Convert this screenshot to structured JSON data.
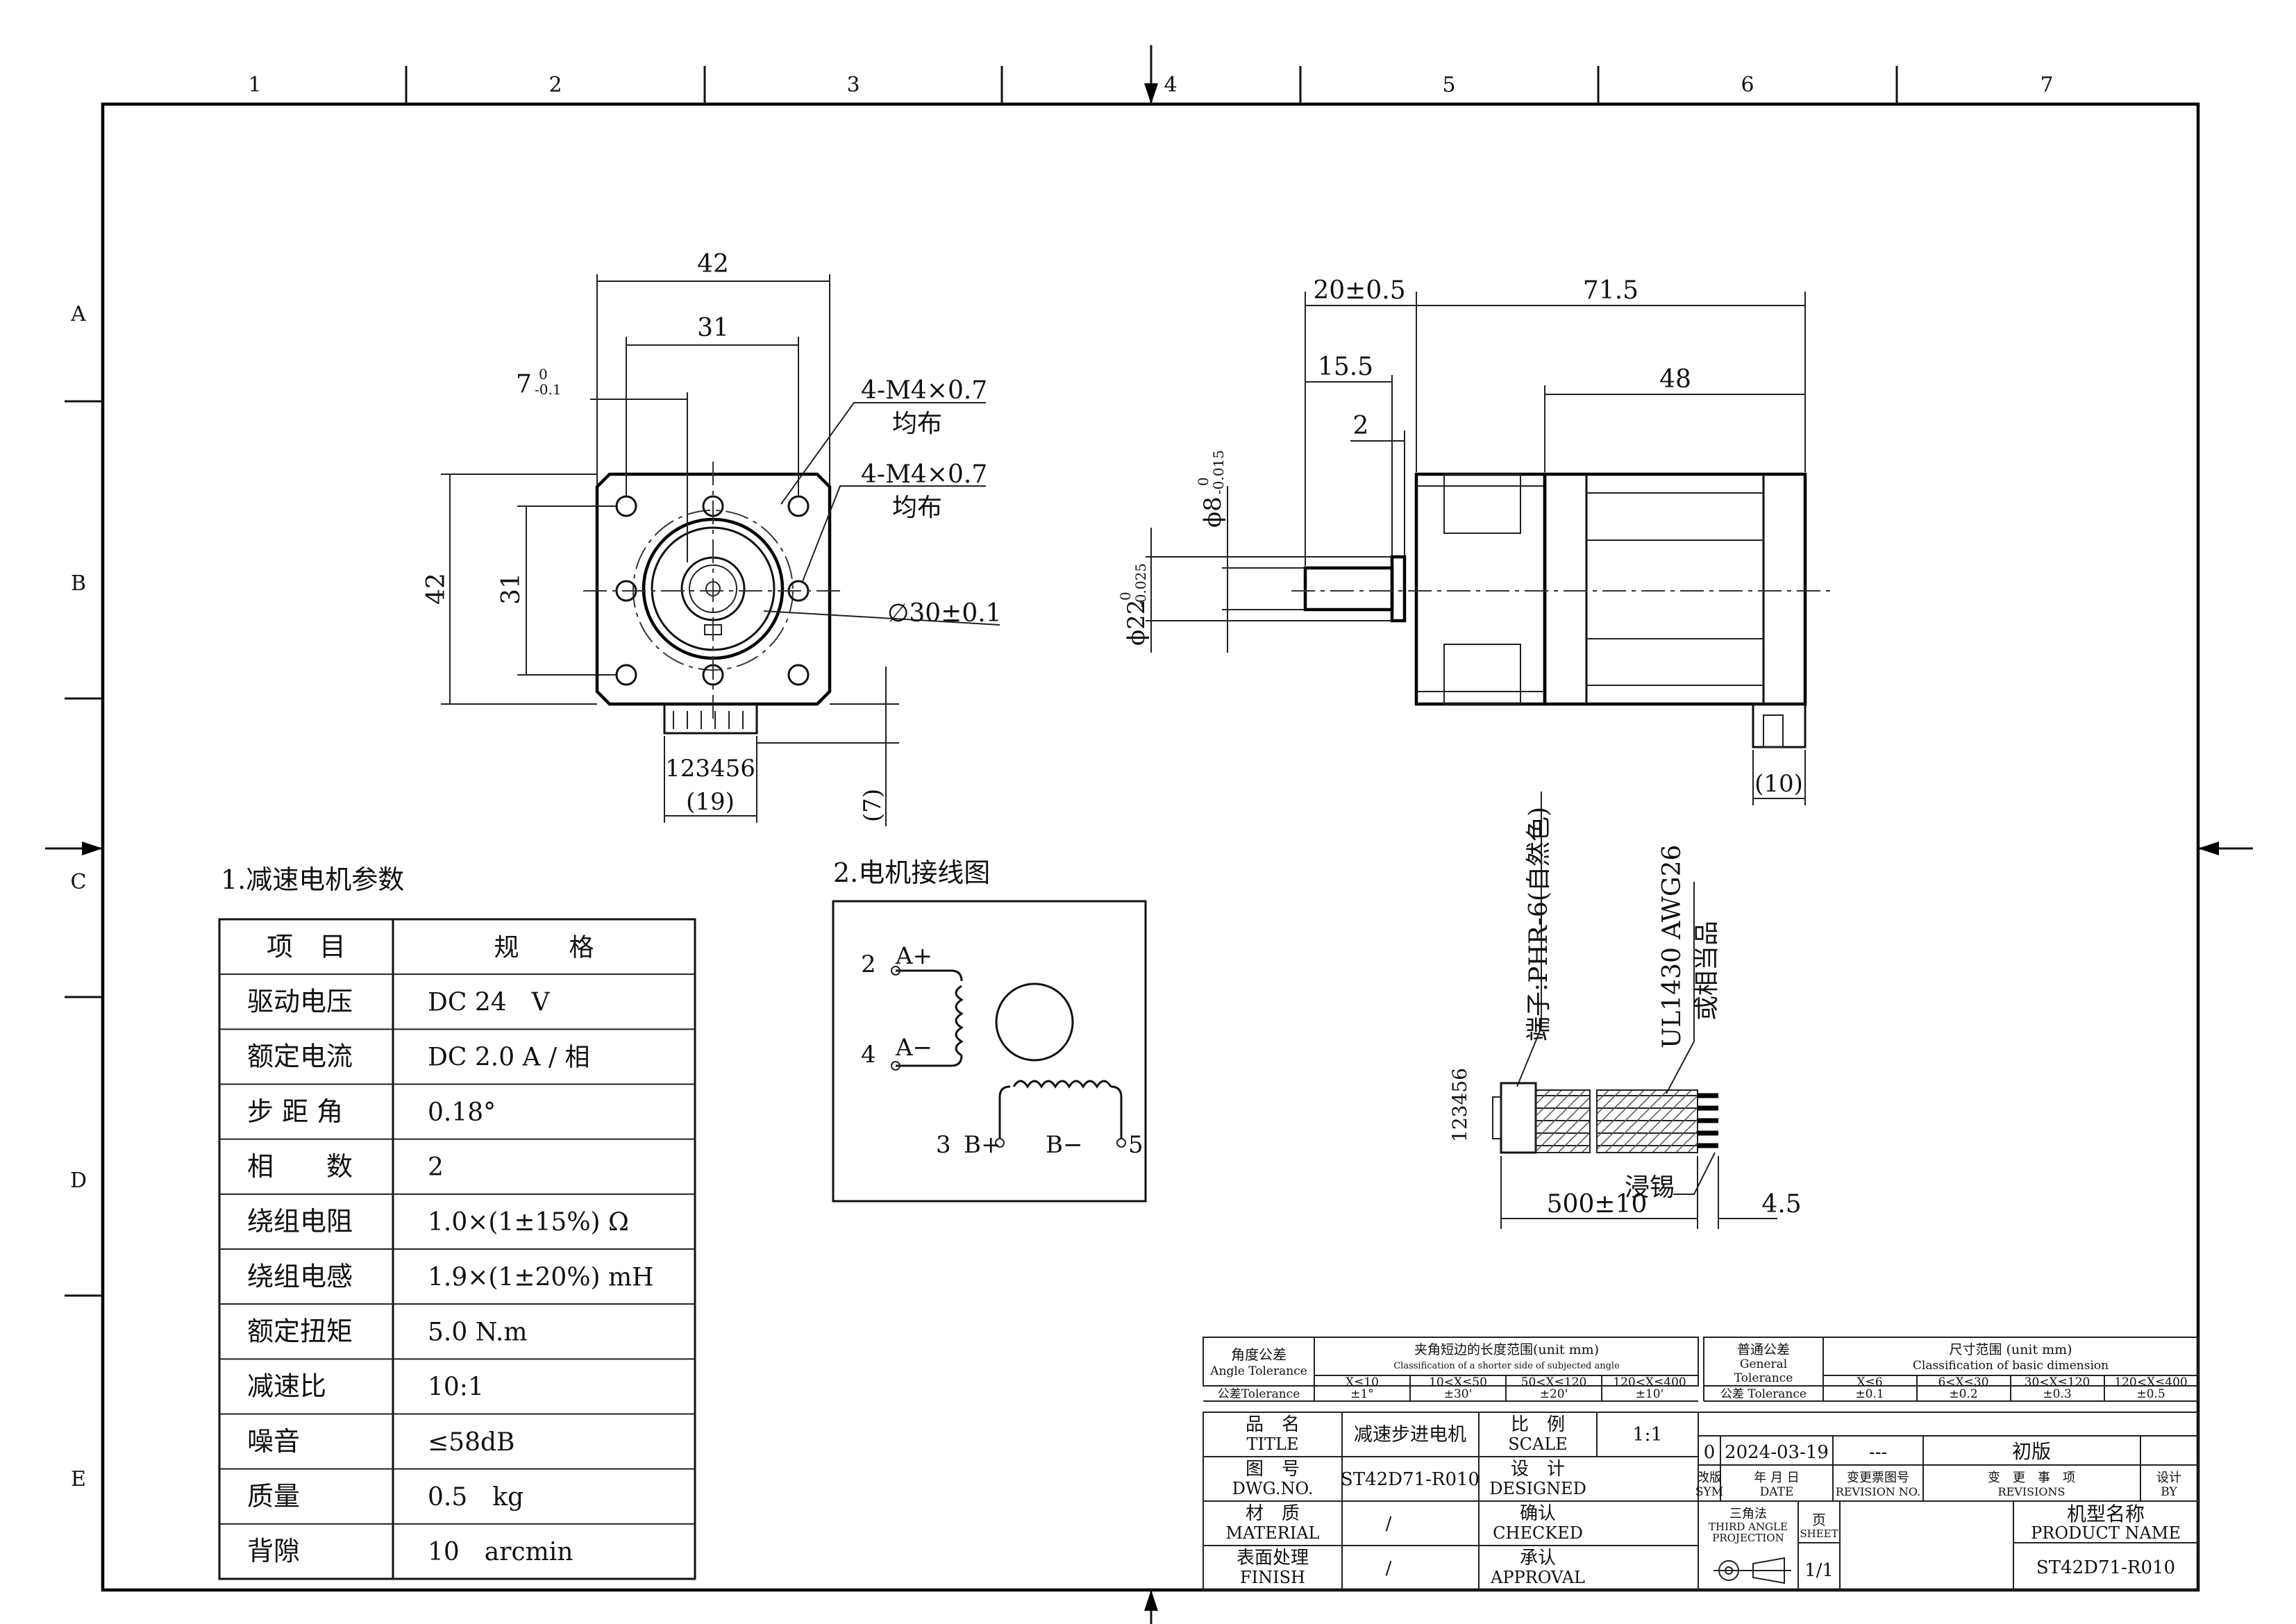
{
  "frame": {
    "columns": [
      "1",
      "2",
      "3",
      "4",
      "5",
      "6",
      "7"
    ],
    "rows": [
      "A",
      "B",
      "C",
      "D",
      "E"
    ]
  },
  "front_view": {
    "dim_width_outer": "42",
    "dim_width_inner": "31",
    "dim_height_outer": "42",
    "dim_height_inner": "31",
    "dim_flat_main": "7",
    "dim_flat_tol_upper": "0",
    "dim_flat_tol_lower": "-0.1",
    "callout_holes_1": "4-M4×0.7",
    "callout_holes_1_sub": "均布",
    "callout_holes_2": "4-M4×0.7",
    "callout_holes_2_sub": "均布",
    "dim_pcd": "∅30±0.1",
    "connector_pins": "123456",
    "dim_connector_width": "(19)",
    "dim_connector_depth": "(7)"
  },
  "side_view": {
    "dim_shaft_length": "20±0.5",
    "dim_body_length": "71.5",
    "dim_shaft_flat": "15.5",
    "dim_boss": "2",
    "dim_motor_length": "48",
    "dim_shaft_dia": "ϕ8",
    "dim_shaft_dia_tol_upper": "0",
    "dim_shaft_dia_tol_lower": "-0.015",
    "dim_boss_dia": "ϕ22",
    "dim_boss_dia_tol_upper": "0",
    "dim_boss_dia_tol_lower": "-0.025",
    "dim_connector_height": "(10)"
  },
  "cable": {
    "terminal_label": "端子:PHR-6(自然色)",
    "wire_label_1": "UL1430 AWG26",
    "wire_label_2": "或相当品",
    "connector_pins": "123456",
    "tin_label": "浸锡",
    "dim_cable_length": "500±10",
    "dim_strip_length": "4.5"
  },
  "params": {
    "title": "1.减速电机参数",
    "headers": [
      "项　目",
      "规　　格"
    ],
    "rows": [
      [
        "驱动电压",
        "DC 24　V"
      ],
      [
        "额定电流",
        "DC 2.0 A / 相"
      ],
      [
        "步 距 角",
        "0.18°"
      ],
      [
        "相　　数",
        "2"
      ],
      [
        "绕组电阻",
        "1.0×(1±15%) Ω"
      ],
      [
        "绕组电感",
        "1.9×(1±20%) mH"
      ],
      [
        "额定扭矩",
        "5.0 N.m"
      ],
      [
        "减速比",
        "10:1"
      ],
      [
        "噪音",
        "≤58dB"
      ],
      [
        "质量",
        "0.5　kg"
      ],
      [
        "背隙",
        "10　arcmin"
      ]
    ]
  },
  "wiring": {
    "title": "2.电机接线图",
    "pin_a_plus_num": "2",
    "pin_a_plus": "A+",
    "pin_a_minus_num": "4",
    "pin_a_minus": "A−",
    "pin_b_plus_num": "3",
    "pin_b_plus": "B+",
    "pin_b_minus": "B−",
    "pin_b_minus_num": "5"
  },
  "title_block": {
    "angle_tol_cn": "角度公差",
    "angle_tol_en": "Angle Tolerance",
    "angle_class_cn": "夹角短边的长度范围(unit mm)",
    "angle_class_en": "Classification of a shorter side of subjected angle",
    "angle_ranges": [
      "X≤10",
      "10<X≤50",
      "50<X≤120",
      "120<X≤400"
    ],
    "angle_tol_label": "公差Tolerance",
    "angle_values": [
      "±1°",
      "±30'",
      "±20'",
      "±10'"
    ],
    "gen_tol_cn": "普通公差",
    "gen_tol_en1": "General",
    "gen_tol_en2": "Tolerance",
    "dim_class_cn": "尺寸范围 (unit mm)",
    "dim_class_en": "Classification of basic dimension",
    "dim_ranges": [
      "X≤6",
      "6<X≤30",
      "30<X≤120",
      "120<X≤400"
    ],
    "dim_tol_label": "公差 Tolerance",
    "dim_values": [
      "±0.1",
      "±0.2",
      "±0.3",
      "±0.5"
    ],
    "title_cn": "品　名",
    "title_en": "TITLE",
    "title_value": "减速步进电机",
    "scale_cn": "比　例",
    "scale_en": "SCALE",
    "scale_value": "1:1",
    "dwg_cn": "图　号",
    "dwg_en": "DWG.NO.",
    "dwg_value": "ST42D71-R010",
    "designed_cn": "设　计",
    "designed_en": "DESIGNED",
    "material_cn": "材　质",
    "material_en": "MATERIAL",
    "material_value": "/",
    "checked_cn": "确认",
    "checked_en": "CHECKED",
    "finish_cn": "表面处理",
    "finish_en": "FINISH",
    "finish_value": "/",
    "approval_cn": "承认",
    "approval_en": "APPROVAL",
    "rev_sym": "0",
    "rev_date": "2024-03-19",
    "rev_no": "---",
    "rev_desc": "初版",
    "sym_cn": "改版",
    "sym_en": "SYM",
    "date_cn": "年 月 日",
    "date_en": "DATE",
    "revno_cn": "变更票图号",
    "revno_en": "REVISION NO.",
    "revs_cn": "变　更　事　项",
    "revs_en": "REVISIONS",
    "by_cn": "设计",
    "by_en": "BY",
    "proj_cn": "三角法",
    "proj_en1": "THIRD ANGLE",
    "proj_en2": "PROJECTION",
    "sheet_cn": "页",
    "sheet_en": "SHEET",
    "sheet_value": "1/1",
    "product_cn": "机型名称",
    "product_en": "PRODUCT NAME",
    "product_value": "ST42D71-R010"
  }
}
